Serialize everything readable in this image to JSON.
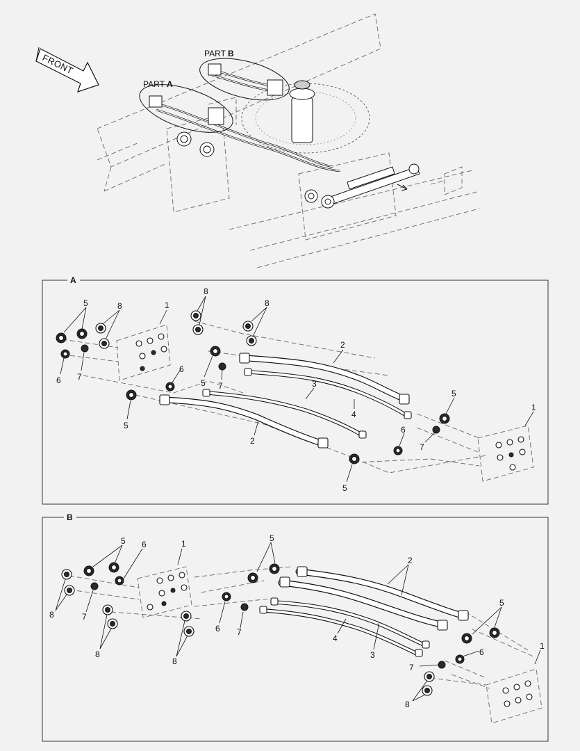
{
  "overview": {
    "front_label": "FRONT",
    "part_a_prefix": "PART ",
    "part_a_letter": "A",
    "part_b_prefix": "PART ",
    "part_b_letter": "B"
  },
  "panel_a": {
    "title": "A",
    "callouts": [
      "5",
      "8",
      "1",
      "8",
      "8",
      "6",
      "7",
      "6",
      "5",
      "7",
      "2",
      "3",
      "4",
      "5",
      "5",
      "2",
      "6",
      "7",
      "1",
      "5"
    ]
  },
  "panel_b": {
    "title": "B",
    "callouts": [
      "5",
      "6",
      "1",
      "5",
      "2",
      "8",
      "7",
      "8",
      "8",
      "6",
      "7",
      "4",
      "3",
      "5",
      "6",
      "7",
      "1",
      "8"
    ]
  }
}
